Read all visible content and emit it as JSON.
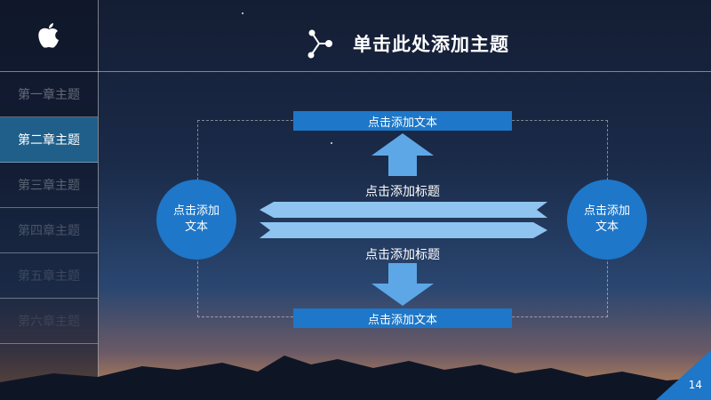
{
  "header": {
    "title": "单击此处添加主题"
  },
  "sidebar": {
    "items": [
      {
        "label": "第一章主题"
      },
      {
        "label": "第二章主题"
      },
      {
        "label": "第三章主题"
      },
      {
        "label": "第四章主题"
      },
      {
        "label": "第五章主题"
      },
      {
        "label": "第六章主题"
      }
    ]
  },
  "diagram": {
    "top_box": "点击添加文本",
    "bottom_box": "点击添加文本",
    "upper_title": "点击添加标题",
    "lower_title": "点击添加标题",
    "left_circle": "点击添加文本",
    "right_circle": "点击添加文本"
  },
  "footer": {
    "page_number": "14"
  },
  "colors": {
    "accent": "#1e77c8",
    "light_accent": "#5ea7e6",
    "sidebar_active": "#1f5f8a"
  }
}
